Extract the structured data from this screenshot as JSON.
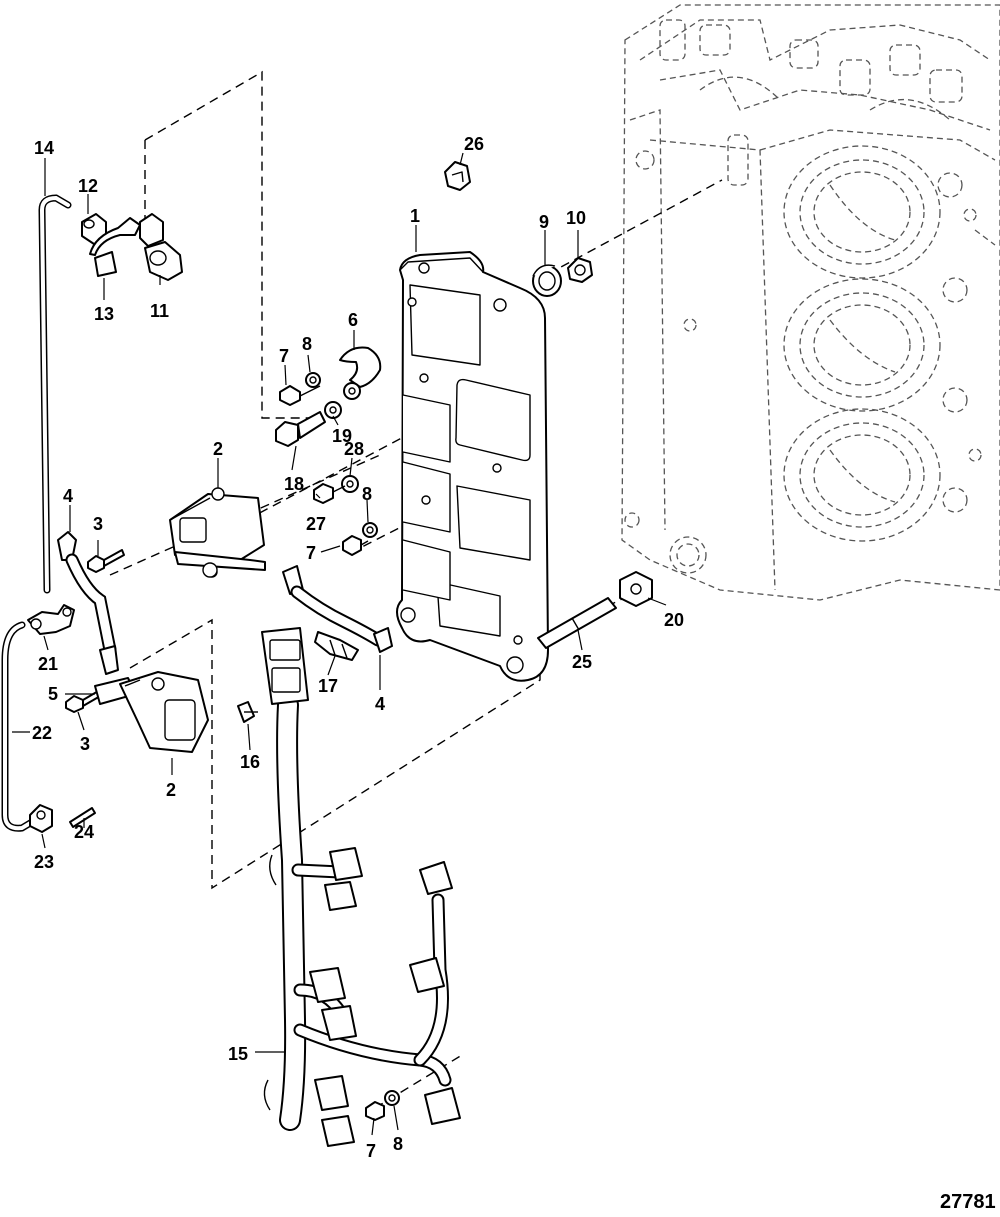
{
  "figure_number": "27781",
  "callouts": {
    "c1": "1",
    "c2a": "2",
    "c2b": "2",
    "c3a": "3",
    "c3b": "3",
    "c4a": "4",
    "c4b": "4",
    "c5": "5",
    "c6": "6",
    "c7a": "7",
    "c7b": "7",
    "c7c": "7",
    "c8a": "8",
    "c8b": "8",
    "c8c": "8",
    "c9": "9",
    "c10": "10",
    "c11": "11",
    "c12": "12",
    "c13": "13",
    "c14": "14",
    "c15": "15",
    "c16": "16",
    "c17": "17",
    "c18": "18",
    "c19": "19",
    "c20": "20",
    "c21": "21",
    "c22": "22",
    "c23": "23",
    "c24": "24",
    "c25": "25",
    "c26": "26",
    "c27": "27",
    "c28": "28"
  }
}
